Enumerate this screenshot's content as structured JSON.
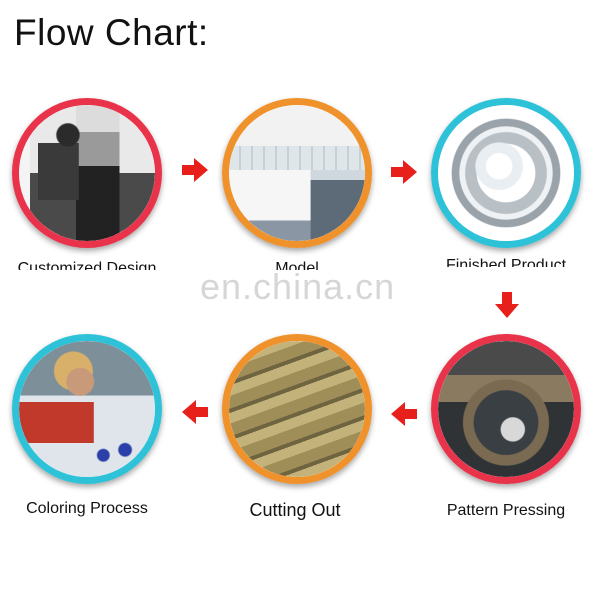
{
  "title": "Flow Chart:",
  "watermark": "en.china.cn",
  "steps": [
    {
      "label": "Customized Design",
      "ring_color": "#e8334a"
    },
    {
      "label": "Model",
      "ring_color": "#f0922c"
    },
    {
      "label": "Finished Product",
      "ring_color": "#2ec2d8"
    },
    {
      "label": "Pattern Pressing",
      "ring_color": "#e8334a"
    },
    {
      "label": "Cutting Out",
      "ring_color": "#f0922c"
    },
    {
      "label": "Coloring Process",
      "ring_color": "#2ec2d8"
    }
  ],
  "arrow_color": "#e8201c"
}
